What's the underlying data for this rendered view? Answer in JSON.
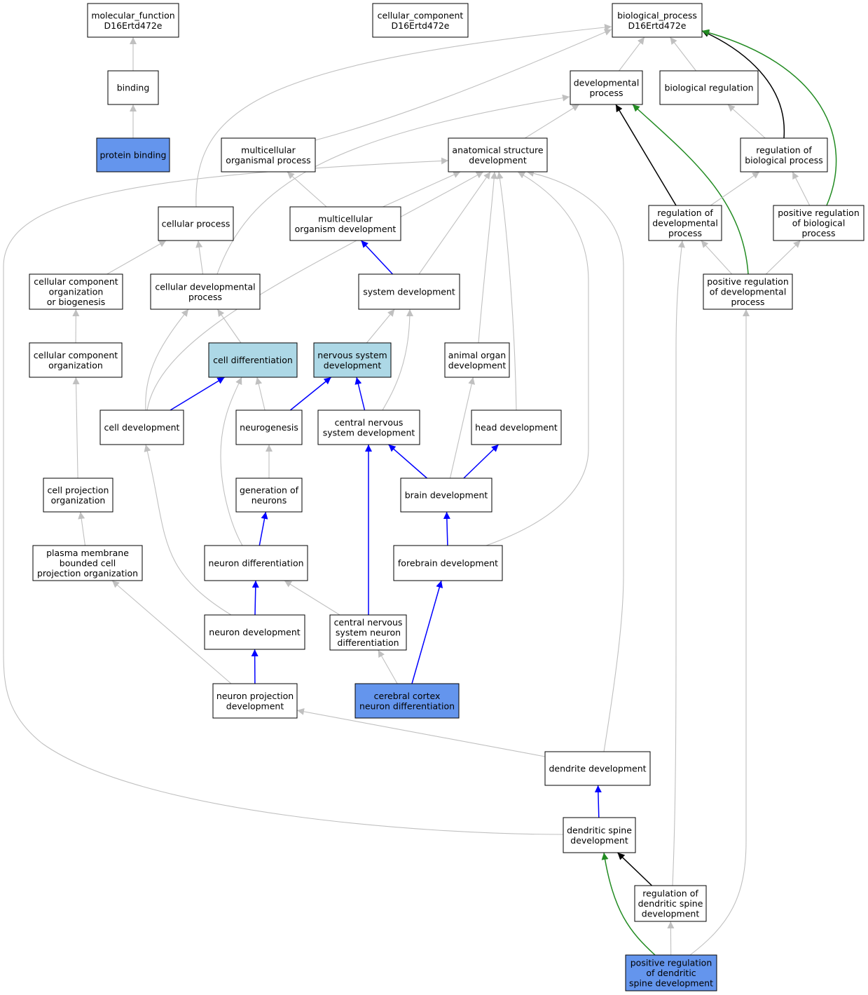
{
  "colors": {
    "is_a": "#c0c0c0",
    "part_of": "#0000ff",
    "regulates": "#000000",
    "positively_regulates": "#228b22",
    "fill_default": "#ffffff",
    "fill_annotated": "#6495ed",
    "fill_highlight": "#add8e6"
  },
  "nodes": [
    {
      "id": "mf",
      "lines": [
        "molecular_function",
        "D16Ertd472e"
      ],
      "fill": "default"
    },
    {
      "id": "cc",
      "lines": [
        "cellular_component",
        "D16Ertd472e"
      ],
      "fill": "default"
    },
    {
      "id": "bp",
      "lines": [
        "biological_process",
        "D16Ertd472e"
      ],
      "fill": "default"
    },
    {
      "id": "binding",
      "lines": [
        "binding"
      ],
      "fill": "default"
    },
    {
      "id": "devproc",
      "lines": [
        "developmental",
        "process"
      ],
      "fill": "default"
    },
    {
      "id": "bioreg",
      "lines": [
        "biological regulation"
      ],
      "fill": "default"
    },
    {
      "id": "protbind",
      "lines": [
        "protein binding"
      ],
      "fill": "annotated"
    },
    {
      "id": "multiorg",
      "lines": [
        "multicellular",
        "organismal process"
      ],
      "fill": "default"
    },
    {
      "id": "anatdev",
      "lines": [
        "anatomical structure",
        "development"
      ],
      "fill": "default"
    },
    {
      "id": "regbio",
      "lines": [
        "regulation of",
        "biological process"
      ],
      "fill": "default"
    },
    {
      "id": "cellproc",
      "lines": [
        "cellular process"
      ],
      "fill": "default"
    },
    {
      "id": "multidev",
      "lines": [
        "multicellular",
        "organism development"
      ],
      "fill": "default"
    },
    {
      "id": "regdev",
      "lines": [
        "regulation of",
        "developmental",
        "process"
      ],
      "fill": "default"
    },
    {
      "id": "posregbio",
      "lines": [
        "positive regulation",
        "of biological",
        "process"
      ],
      "fill": "default"
    },
    {
      "id": "ccorgbio",
      "lines": [
        "cellular component",
        "organization",
        "or biogenesis"
      ],
      "fill": "default"
    },
    {
      "id": "celldevproc",
      "lines": [
        "cellular developmental",
        "process"
      ],
      "fill": "default"
    },
    {
      "id": "sysdev",
      "lines": [
        "system development"
      ],
      "fill": "default"
    },
    {
      "id": "posregdev",
      "lines": [
        "positive regulation",
        "of developmental",
        "process"
      ],
      "fill": "default"
    },
    {
      "id": "ccorg",
      "lines": [
        "cellular component",
        "organization"
      ],
      "fill": "default"
    },
    {
      "id": "celldiff",
      "lines": [
        "cell differentiation"
      ],
      "fill": "highlight"
    },
    {
      "id": "nsdev",
      "lines": [
        "nervous system",
        "development"
      ],
      "fill": "highlight"
    },
    {
      "id": "organdev",
      "lines": [
        "animal organ",
        "development"
      ],
      "fill": "default"
    },
    {
      "id": "celldev",
      "lines": [
        "cell development"
      ],
      "fill": "default"
    },
    {
      "id": "neurogen",
      "lines": [
        "neurogenesis"
      ],
      "fill": "default"
    },
    {
      "id": "cnsdev",
      "lines": [
        "central nervous",
        "system development"
      ],
      "fill": "default"
    },
    {
      "id": "headdev",
      "lines": [
        "head development"
      ],
      "fill": "default"
    },
    {
      "id": "cellprojorg",
      "lines": [
        "cell projection",
        "organization"
      ],
      "fill": "default"
    },
    {
      "id": "genneur",
      "lines": [
        "generation of",
        "neurons"
      ],
      "fill": "default"
    },
    {
      "id": "braindev",
      "lines": [
        "brain development"
      ],
      "fill": "default"
    },
    {
      "id": "pmbcpo",
      "lines": [
        "plasma membrane",
        "bounded cell",
        "projection organization"
      ],
      "fill": "default"
    },
    {
      "id": "neurdiff",
      "lines": [
        "neuron differentiation"
      ],
      "fill": "default"
    },
    {
      "id": "forebrain",
      "lines": [
        "forebrain development"
      ],
      "fill": "default"
    },
    {
      "id": "neurdev",
      "lines": [
        "neuron development"
      ],
      "fill": "default"
    },
    {
      "id": "cnsneurdiff",
      "lines": [
        "central nervous",
        "system neuron",
        "differentiation"
      ],
      "fill": "default"
    },
    {
      "id": "neurprojdev",
      "lines": [
        "neuron projection",
        "development"
      ],
      "fill": "default"
    },
    {
      "id": "ccneurdiff",
      "lines": [
        "cerebral cortex",
        "neuron differentiation"
      ],
      "fill": "annotated"
    },
    {
      "id": "dendev",
      "lines": [
        "dendrite development"
      ],
      "fill": "default"
    },
    {
      "id": "dsdev",
      "lines": [
        "dendritic spine",
        "development"
      ],
      "fill": "default"
    },
    {
      "id": "regds",
      "lines": [
        "regulation of",
        "dendritic spine",
        "development"
      ],
      "fill": "default"
    },
    {
      "id": "posregds",
      "lines": [
        "positive regulation",
        "of dendritic",
        "spine development"
      ],
      "fill": "annotated"
    }
  ],
  "edges": [
    {
      "from": "binding",
      "to": "mf",
      "rel": "is_a"
    },
    {
      "from": "protbind",
      "to": "binding",
      "rel": "is_a"
    },
    {
      "from": "devproc",
      "to": "bp",
      "rel": "is_a"
    },
    {
      "from": "bioreg",
      "to": "bp",
      "rel": "is_a"
    },
    {
      "from": "multiorg",
      "to": "bp",
      "rel": "is_a"
    },
    {
      "from": "cellproc",
      "to": "bp",
      "rel": "is_a"
    },
    {
      "from": "regbio",
      "to": "bp",
      "rel": "regulates"
    },
    {
      "from": "posregbio",
      "to": "bp",
      "rel": "positively_regulates"
    },
    {
      "from": "regbio",
      "to": "bioreg",
      "rel": "is_a"
    },
    {
      "from": "anatdev",
      "to": "devproc",
      "rel": "is_a"
    },
    {
      "from": "celldevproc",
      "to": "devproc",
      "rel": "is_a"
    },
    {
      "from": "regdev",
      "to": "devproc",
      "rel": "regulates"
    },
    {
      "from": "posregdev",
      "to": "devproc",
      "rel": "positively_regulates"
    },
    {
      "from": "regdev",
      "to": "regbio",
      "rel": "is_a"
    },
    {
      "from": "posregbio",
      "to": "regbio",
      "rel": "is_a"
    },
    {
      "from": "posregdev",
      "to": "regdev",
      "rel": "is_a"
    },
    {
      "from": "posregdev",
      "to": "posregbio",
      "rel": "is_a"
    },
    {
      "from": "multidev",
      "to": "multiorg",
      "rel": "is_a"
    },
    {
      "from": "multidev",
      "to": "anatdev",
      "rel": "is_a"
    },
    {
      "from": "sysdev",
      "to": "anatdev",
      "rel": "is_a"
    },
    {
      "from": "celldev",
      "to": "anatdev",
      "rel": "is_a"
    },
    {
      "from": "organdev",
      "to": "anatdev",
      "rel": "is_a"
    },
    {
      "from": "headdev",
      "to": "anatdev",
      "rel": "is_a"
    },
    {
      "from": "forebrain",
      "to": "anatdev",
      "rel": "is_a"
    },
    {
      "from": "dendev",
      "to": "anatdev",
      "rel": "is_a"
    },
    {
      "from": "dsdev",
      "to": "anatdev",
      "rel": "is_a"
    },
    {
      "from": "sysdev",
      "to": "multidev",
      "rel": "part_of"
    },
    {
      "from": "ccorgbio",
      "to": "cellproc",
      "rel": "is_a"
    },
    {
      "from": "celldevproc",
      "to": "cellproc",
      "rel": "is_a"
    },
    {
      "from": "ccorg",
      "to": "ccorgbio",
      "rel": "is_a"
    },
    {
      "from": "celldiff",
      "to": "celldevproc",
      "rel": "is_a"
    },
    {
      "from": "celldev",
      "to": "celldevproc",
      "rel": "is_a"
    },
    {
      "from": "nsdev",
      "to": "sysdev",
      "rel": "is_a"
    },
    {
      "from": "cnsdev",
      "to": "sysdev",
      "rel": "is_a"
    },
    {
      "from": "celldev",
      "to": "celldiff",
      "rel": "part_of"
    },
    {
      "from": "neurogen",
      "to": "celldiff",
      "rel": "is_a"
    },
    {
      "from": "neurdiff",
      "to": "celldiff",
      "rel": "is_a"
    },
    {
      "from": "neurogen",
      "to": "nsdev",
      "rel": "part_of"
    },
    {
      "from": "cnsdev",
      "to": "nsdev",
      "rel": "part_of"
    },
    {
      "from": "braindev",
      "to": "organdev",
      "rel": "is_a"
    },
    {
      "from": "braindev",
      "to": "cnsdev",
      "rel": "part_of"
    },
    {
      "from": "braindev",
      "to": "headdev",
      "rel": "part_of"
    },
    {
      "from": "cnsneurdiff",
      "to": "cnsdev",
      "rel": "part_of"
    },
    {
      "from": "cellprojorg",
      "to": "ccorg",
      "rel": "is_a"
    },
    {
      "from": "genneur",
      "to": "neurogen",
      "rel": "is_a"
    },
    {
      "from": "neurdiff",
      "to": "genneur",
      "rel": "part_of"
    },
    {
      "from": "forebrain",
      "to": "braindev",
      "rel": "part_of"
    },
    {
      "from": "pmbcpo",
      "to": "cellprojorg",
      "rel": "is_a"
    },
    {
      "from": "neurdev",
      "to": "neurdiff",
      "rel": "part_of"
    },
    {
      "from": "cnsneurdiff",
      "to": "neurdiff",
      "rel": "is_a"
    },
    {
      "from": "ccneurdiff",
      "to": "forebrain",
      "rel": "part_of"
    },
    {
      "from": "neurdev",
      "to": "celldev",
      "rel": "is_a"
    },
    {
      "from": "neurprojdev",
      "to": "neurdev",
      "rel": "part_of"
    },
    {
      "from": "ccneurdiff",
      "to": "cnsneurdiff",
      "rel": "is_a"
    },
    {
      "from": "neurprojdev",
      "to": "pmbcpo",
      "rel": "is_a"
    },
    {
      "from": "dendev",
      "to": "neurprojdev",
      "rel": "is_a"
    },
    {
      "from": "dsdev",
      "to": "dendev",
      "rel": "part_of"
    },
    {
      "from": "regds",
      "to": "dsdev",
      "rel": "regulates"
    },
    {
      "from": "posregds",
      "to": "dsdev",
      "rel": "positively_regulates"
    },
    {
      "from": "regds",
      "to": "regdev",
      "rel": "is_a"
    },
    {
      "from": "posregds",
      "to": "regds",
      "rel": "is_a"
    },
    {
      "from": "posregds",
      "to": "posregdev",
      "rel": "is_a"
    }
  ]
}
